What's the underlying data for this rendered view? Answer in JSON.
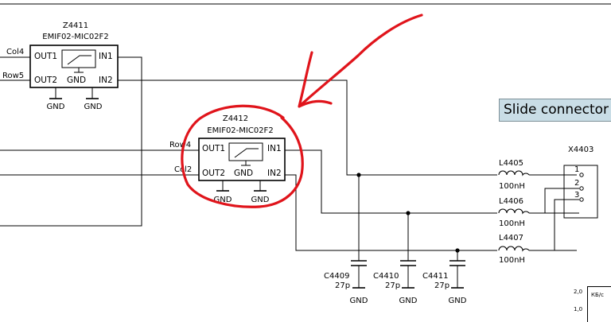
{
  "components": {
    "z4411": {
      "ref": "Z4411",
      "part": "EMIF02-MIC02F2",
      "pins": {
        "out1": "OUT1",
        "in1": "IN1",
        "out2": "OUT2",
        "gnd": "GND",
        "in2": "IN2"
      },
      "gnd_left": "GND",
      "gnd_right": "GND"
    },
    "z4412": {
      "ref": "Z4412",
      "part": "EMIF02-MIC02F2",
      "pins": {
        "out1": "OUT1",
        "in1": "IN1",
        "out2": "OUT2",
        "gnd": "GND",
        "in2": "IN2"
      },
      "gnd_left": "GND",
      "gnd_right": "GND"
    },
    "l4405": {
      "ref": "L4405",
      "value": "100nH"
    },
    "l4406": {
      "ref": "L4406",
      "value": "100nH"
    },
    "l4407": {
      "ref": "L4407",
      "value": "100nH"
    },
    "c4409": {
      "ref": "C4409",
      "value": "27p",
      "gnd": "GND"
    },
    "c4410": {
      "ref": "C4410",
      "value": "27p",
      "gnd": "GND"
    },
    "c4411": {
      "ref": "C4411",
      "value": "27p",
      "gnd": "GND"
    },
    "x4403": {
      "ref": "X4403",
      "pins": [
        "1",
        "2",
        "3"
      ]
    }
  },
  "nets": {
    "col4": "Col4",
    "row5": "Row5",
    "row4": "Row4",
    "col2": "Col2"
  },
  "banner": "Slide connector",
  "corner": {
    "row1_left": "2,0",
    "row1_right": "КБ/с",
    "row2_left": "1,0"
  },
  "colors": {
    "ink": "#000000",
    "annotation": "#e0141b",
    "banner_bg": "#c9dde6"
  }
}
